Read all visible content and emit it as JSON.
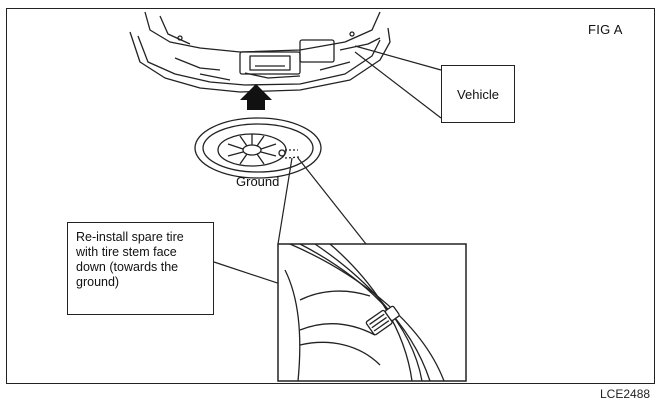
{
  "figure": {
    "fig_label": "FIG A",
    "code": "LCE2488"
  },
  "labels": {
    "vehicle": "Vehicle",
    "ground": "Ground",
    "instruction": "Re-install spare tire\nwith tire stem face\ndown (towards the\nground)"
  },
  "colors": {
    "line": "#222222",
    "background": "#ffffff",
    "arrow_fill": "#111111"
  }
}
